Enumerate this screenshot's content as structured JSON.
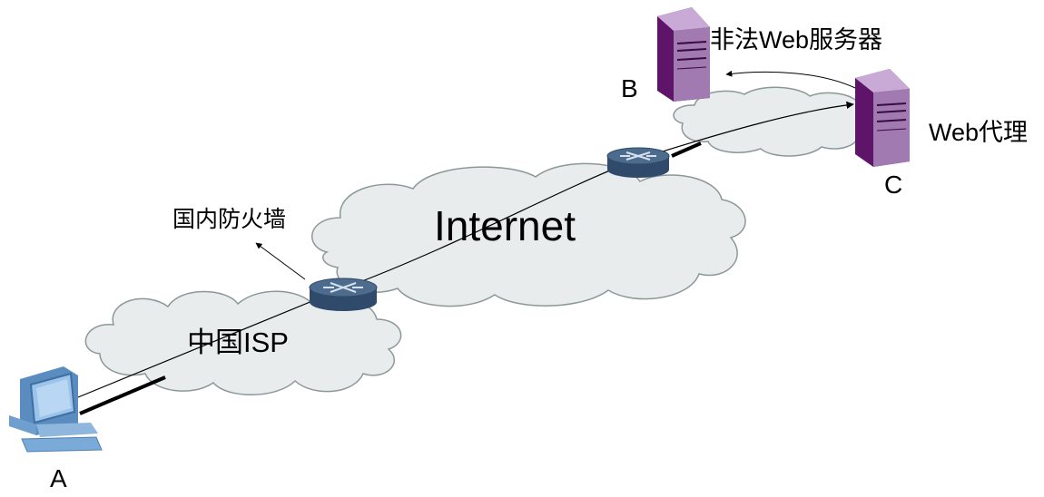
{
  "labels": {
    "internet": "Internet",
    "china_isp": "中国ISP",
    "firewall": "国内防火墙",
    "illegal_server": "非法Web服务器",
    "web_proxy": "Web代理",
    "node_a": "A",
    "node_b": "B",
    "node_c": "C"
  },
  "colors": {
    "cloud_fill": "#e8ecec",
    "cloud_stroke": "#8c9898",
    "router_top": "#4d6b8c",
    "router_body": "#2f4a6a",
    "server_front": "#a07ab0",
    "server_side": "#5e1468",
    "computer": "#6f9fcf",
    "line": "#000000"
  },
  "icons": [
    "computer-icon",
    "router-icon",
    "server-icon"
  ]
}
